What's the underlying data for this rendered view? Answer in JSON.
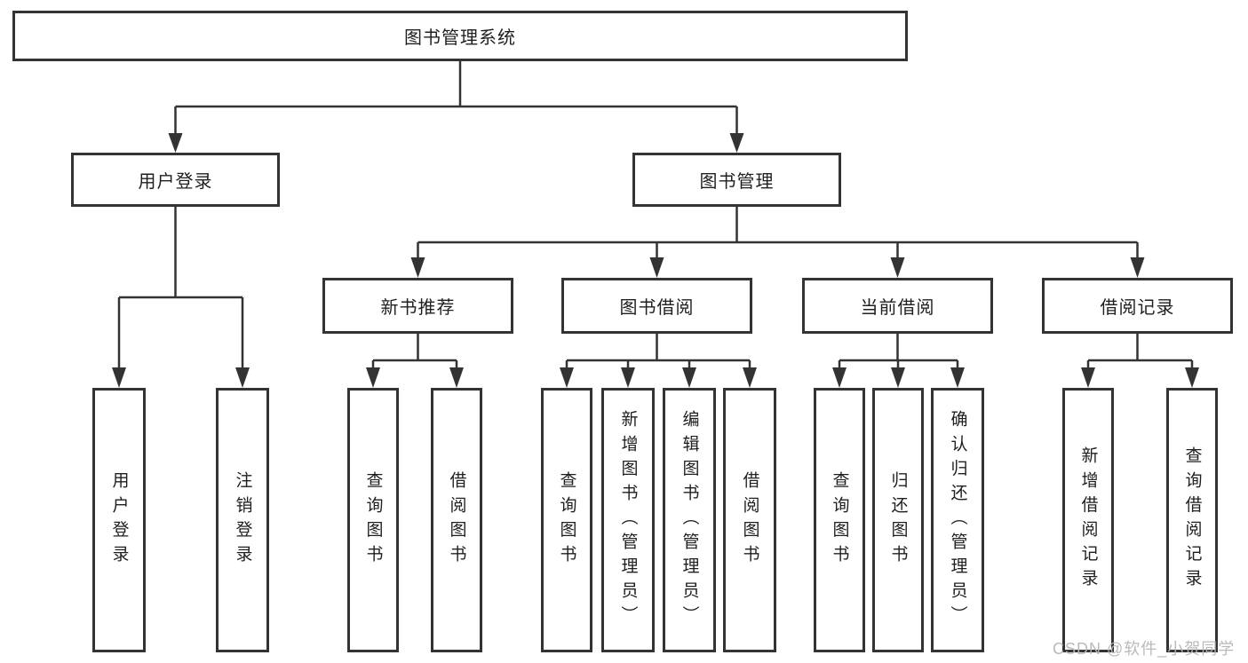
{
  "diagram": {
    "root": {
      "label": "图书管理系统",
      "children": [
        {
          "label": "用户登录",
          "children": [
            {
              "label": "用户登录"
            },
            {
              "label": "注销登录"
            }
          ]
        },
        {
          "label": "图书管理",
          "children": [
            {
              "label": "新书推荐",
              "children": [
                {
                  "label": "查询图书"
                },
                {
                  "label": "借阅图书"
                }
              ]
            },
            {
              "label": "图书借阅",
              "children": [
                {
                  "label": "查询图书"
                },
                {
                  "label": "新增图书（管理员）"
                },
                {
                  "label": "编辑图书（管理员）"
                },
                {
                  "label": "借阅图书"
                }
              ]
            },
            {
              "label": "当前借阅",
              "children": [
                {
                  "label": "查询图书"
                },
                {
                  "label": "归还图书"
                },
                {
                  "label": "确认归还（管理员）"
                }
              ]
            },
            {
              "label": "借阅记录",
              "children": [
                {
                  "label": "新增借阅记录"
                },
                {
                  "label": "查询借阅记录"
                }
              ]
            }
          ]
        }
      ]
    }
  },
  "watermark": {
    "text": "CSDN @软件_小贺同学"
  },
  "colors": {
    "line": "#333333",
    "box_border": "#333333",
    "text": "#1f1f1f",
    "background": "#ffffff",
    "watermark": "#b6b6b6"
  }
}
